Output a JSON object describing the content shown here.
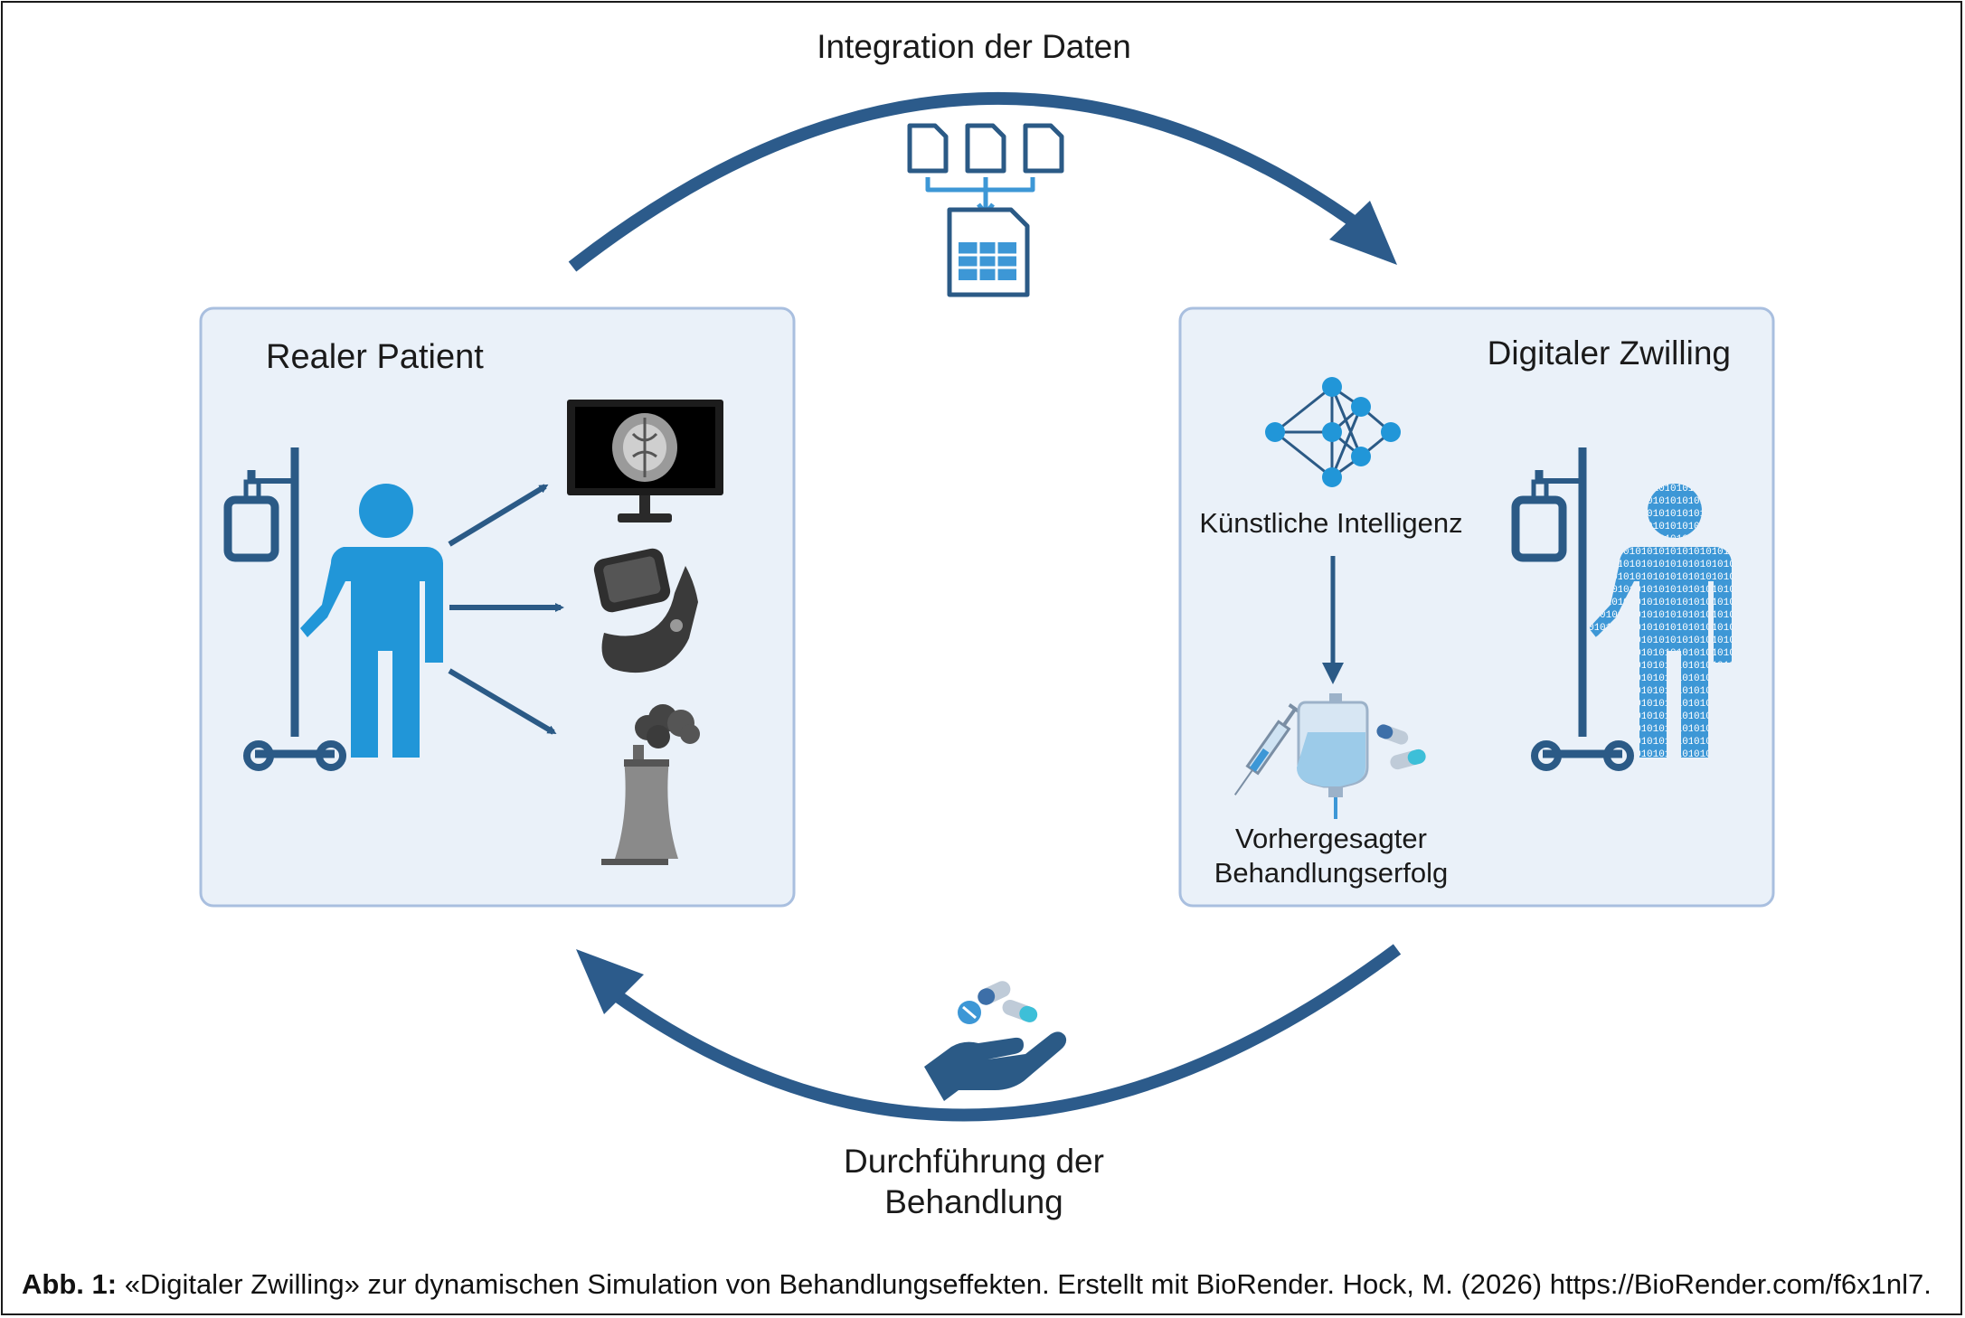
{
  "diagram": {
    "top_arrow_label": "Integration der Daten",
    "bottom_arrow_label_line1": "Durchführung der",
    "bottom_arrow_label_line2": "Behandlung",
    "left_panel": {
      "title": "Realer Patient",
      "icons": [
        "iv-stand-icon",
        "patient-person-icon",
        "brain-scan-monitor-icon",
        "smartwatch-icon",
        "factory-pollution-icon"
      ]
    },
    "right_panel": {
      "title": "Digitaler Zwilling",
      "ai_label": "Künstliche Intelligenz",
      "outcome_line1": "Vorhergesagter",
      "outcome_line2": "Behandlungserfolg",
      "icons": [
        "neural-network-icon",
        "syringe-icon",
        "iv-bag-icon",
        "pills-icon",
        "iv-stand-icon",
        "binary-person-icon"
      ]
    },
    "center_icons": [
      "documents-merge-icon",
      "hand-with-pills-icon"
    ],
    "colors": {
      "arrow": "#2c5b8b",
      "panel_fill": "#eaf1f9",
      "panel_border": "#a9bfdf",
      "person": "#2196d8",
      "dark_blue": "#2b5a86",
      "light_blue": "#3d97d6"
    }
  },
  "caption": {
    "label": "Abb. 1:",
    "text": "«Digitaler Zwilling» zur dynamischen Simulation von Behandlungseffekten. Erstellt mit BioRender. Hock, M. (2026) https://BioRender.com/f6x1nl7."
  }
}
